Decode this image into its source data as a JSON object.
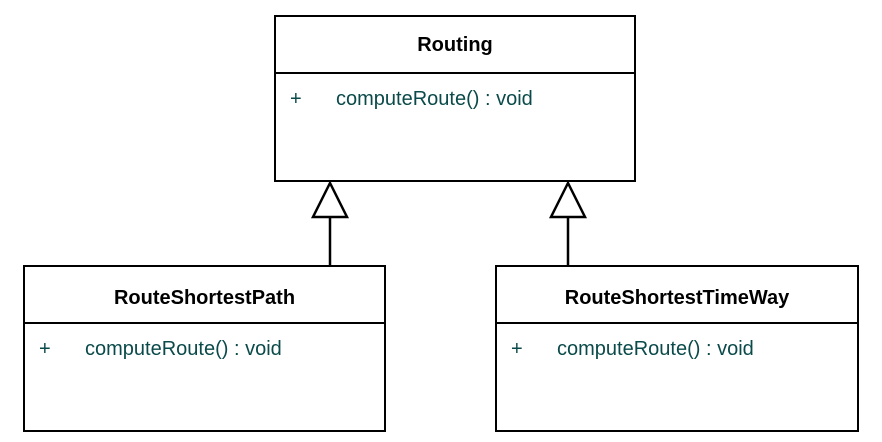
{
  "classes": {
    "routing": {
      "name": "Routing",
      "operations": [
        {
          "visibility": "+",
          "signature": "computeRoute() : void"
        }
      ]
    },
    "shortest_path": {
      "name": "RouteShortestPath",
      "operations": [
        {
          "visibility": "+",
          "signature": "computeRoute() : void"
        }
      ]
    },
    "shortest_time_way": {
      "name": "RouteShortestTimeWay",
      "operations": [
        {
          "visibility": "+",
          "signature": "computeRoute() : void"
        }
      ]
    }
  },
  "relationships": [
    {
      "type": "generalization",
      "from": "RouteShortestPath",
      "to": "Routing"
    },
    {
      "type": "generalization",
      "from": "RouteShortestTimeWay",
      "to": "Routing"
    }
  ]
}
